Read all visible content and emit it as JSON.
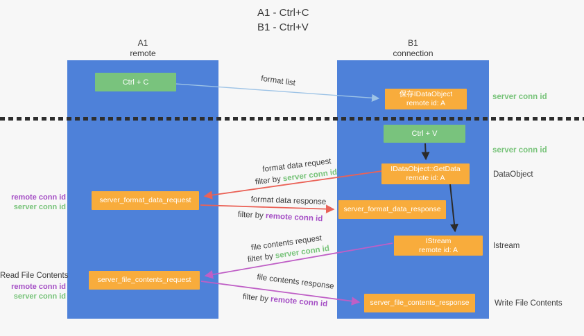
{
  "title": {
    "line1": "A1 - Ctrl+C",
    "line2": "B1 - Ctrl+V"
  },
  "columns": {
    "a1": {
      "title": "A1",
      "subtitle": "remote"
    },
    "b1": {
      "title": "B1",
      "subtitle": "connection"
    }
  },
  "nodes": {
    "ctrl_c": {
      "label": "Ctrl + C"
    },
    "ctrl_v": {
      "label": "Ctrl + V"
    },
    "save_dataobject": {
      "line1": "保存IDataObject",
      "line2": "remote id: A"
    },
    "getdata": {
      "line1": "IDataObject::GetData",
      "line2": "remote id: A"
    },
    "istream": {
      "line1": "IStream",
      "line2": "remote id: A"
    },
    "server_format_data_request": {
      "label": "server_format_data_request"
    },
    "server_format_data_response": {
      "label": "server_format_data_response"
    },
    "server_file_contents_request": {
      "label": "server_file_contents_request"
    },
    "server_file_contents_response": {
      "label": "server_file_contents_response"
    }
  },
  "edge_labels": {
    "format_list": "format list",
    "format_data_request": "format data request",
    "format_data_response": "format data response",
    "file_contents_request": "file contents request",
    "file_contents_response": "file contents response",
    "filter_by": "filter by ",
    "server_conn_id": "server conn id",
    "remote_conn_id": "remote conn id"
  },
  "side_labels": {
    "left_remote_conn_id": "remote conn id",
    "left_server_conn_id": "server conn id",
    "read_file_contents": "Read File Contents",
    "right_server_conn_id_top": "server conn id",
    "right_server_conn_id_mid": "server conn id",
    "dataobject": "DataObject",
    "istream": "Istream",
    "write_file_contents": "Write File Contents"
  },
  "colors": {
    "column_blue": "#4E81D9",
    "node_green": "#79C37D",
    "node_orange": "#F8AC3C",
    "arrow_light_blue": "#9DC3E6",
    "arrow_red": "#EA6257",
    "arrow_magenta": "#BF5FC6",
    "arrow_black": "#2B2B2B",
    "text_green": "#77C379",
    "text_purple": "#A54FC5",
    "background": "#F7F7F7"
  }
}
